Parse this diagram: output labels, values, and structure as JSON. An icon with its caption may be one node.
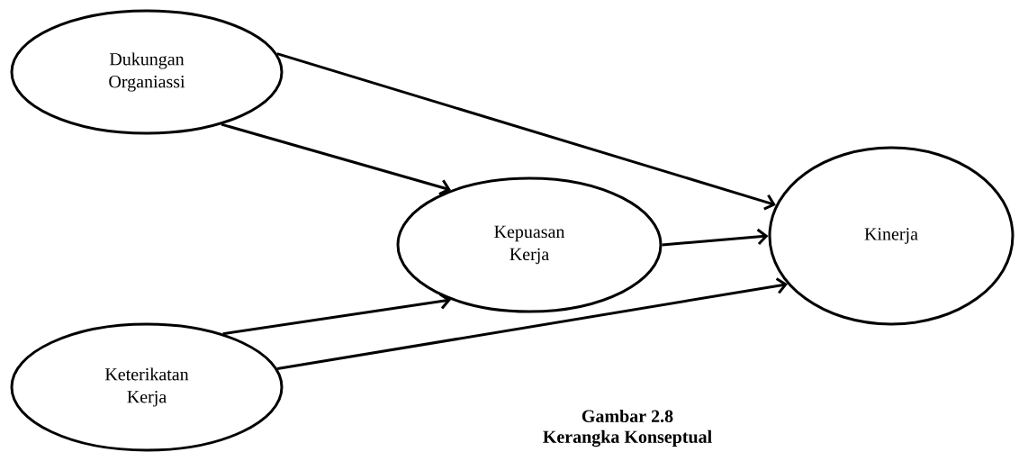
{
  "diagram": {
    "nodes": [
      {
        "text": [
          "Dukungan Organiassi"
        ]
      },
      {
        "text": [
          "Kepuasan Kerja"
        ]
      },
      {
        "text": [
          "Kinerja"
        ]
      },
      {
        "text": [
          "Keterikatan Kerja"
        ]
      }
    ],
    "edges": [
      {
        "from": 0,
        "to": 2,
        "arrow": "to"
      },
      {
        "from": 0,
        "to": 1,
        "arrow": "to"
      },
      {
        "from": 1,
        "to": 2,
        "arrow": "to"
      },
      {
        "from": 3,
        "to": 1,
        "arrow": "to"
      },
      {
        "from": 3,
        "to": 2,
        "arrow": "to"
      }
    ],
    "labels": [
      "Gambar 2.8",
      "Kerangka Konseptual"
    ]
  }
}
